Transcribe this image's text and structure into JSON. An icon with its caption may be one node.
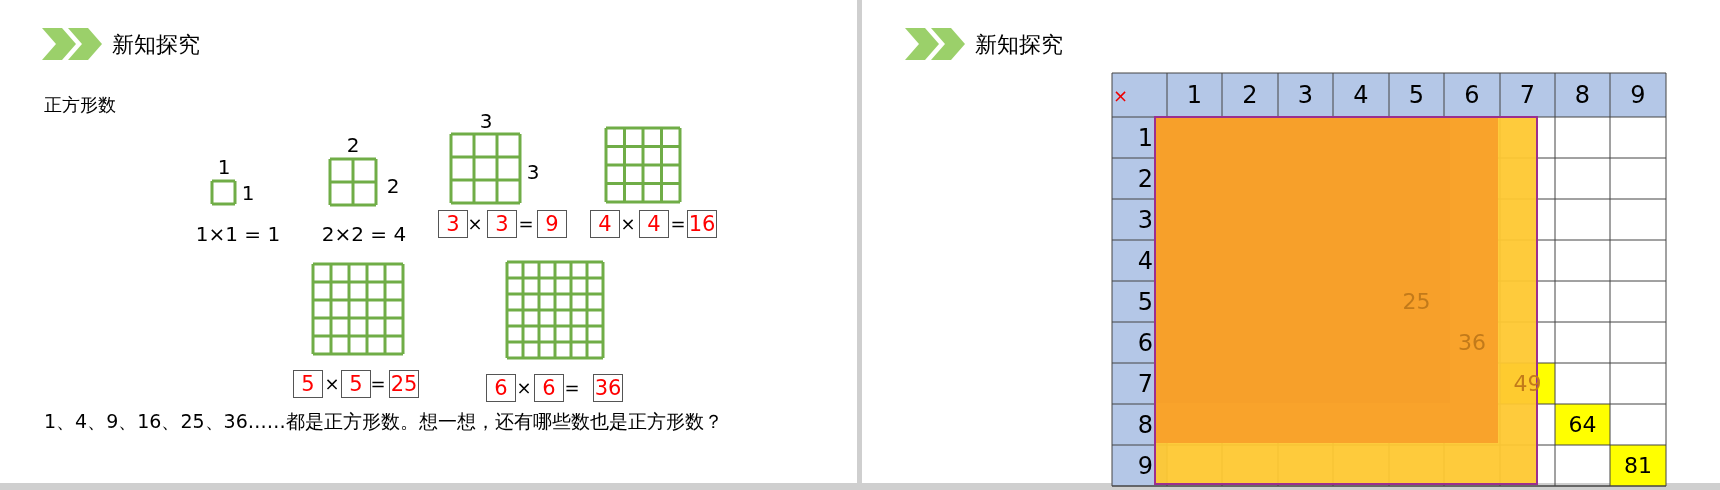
{
  "diagram": {
    "nodes": [
      {
        "text": [
          "3"
        ]
      },
      {
        "text": [
          "3"
        ]
      },
      {
        "text": [
          "9"
        ]
      },
      {
        "text": [
          "4"
        ]
      },
      {
        "text": [
          "4"
        ]
      },
      {
        "text": [
          "16"
        ]
      },
      {
        "text": [
          "5"
        ]
      },
      {
        "text": [
          "5"
        ]
      },
      {
        "text": [
          "25"
        ]
      },
      {
        "text": [
          "6"
        ]
      },
      {
        "text": [
          "6"
        ]
      },
      {
        "text": [
          "36"
        ]
      }
    ],
    "edges": [],
    "labels": [
      "新知探究",
      "正方形数",
      "1",
      "1",
      "1×1 = 1",
      "2",
      "2",
      "2×2 = 4",
      "3",
      "3",
      "×",
      "=",
      "×",
      "=",
      "×",
      "=",
      "×",
      "=",
      "1、4、9、16、25、36……都是正方形数。想一想，还有哪些数也是正方形数？",
      "新知探究",
      "×",
      "1",
      "2",
      "3",
      "4",
      "5",
      "6",
      "7",
      "8",
      "9",
      "1",
      "2",
      "3",
      "4",
      "5",
      "25",
      "6",
      "36",
      "7",
      "49",
      "8",
      "64",
      "9",
      "81"
    ]
  }
}
